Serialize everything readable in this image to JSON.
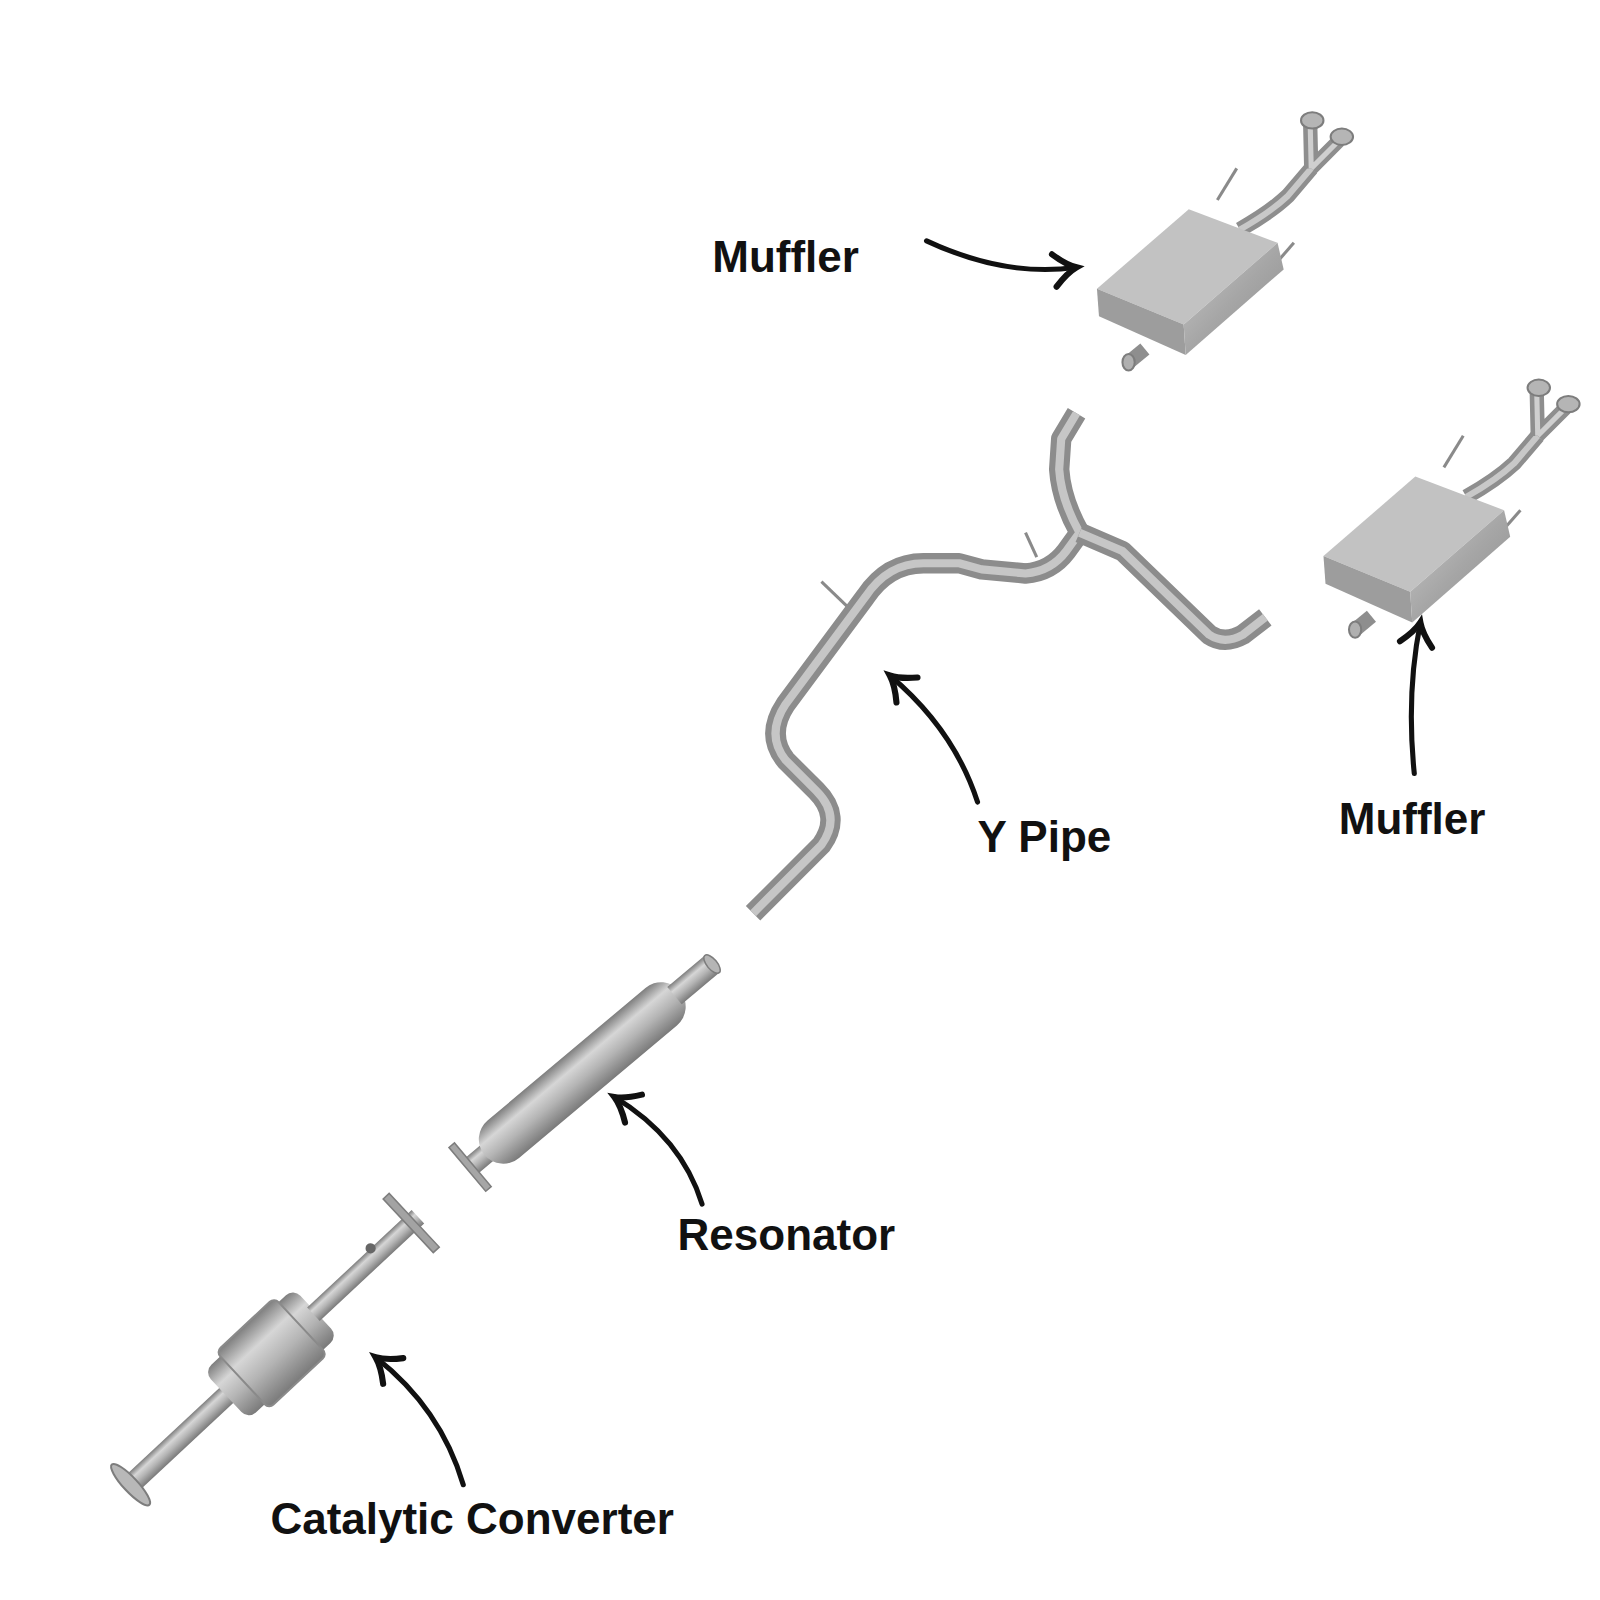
{
  "diagram": {
    "labels": [
      "Muffler",
      "Muffler",
      "Y Pipe",
      "Resonator",
      "Catalytic Converter"
    ]
  }
}
